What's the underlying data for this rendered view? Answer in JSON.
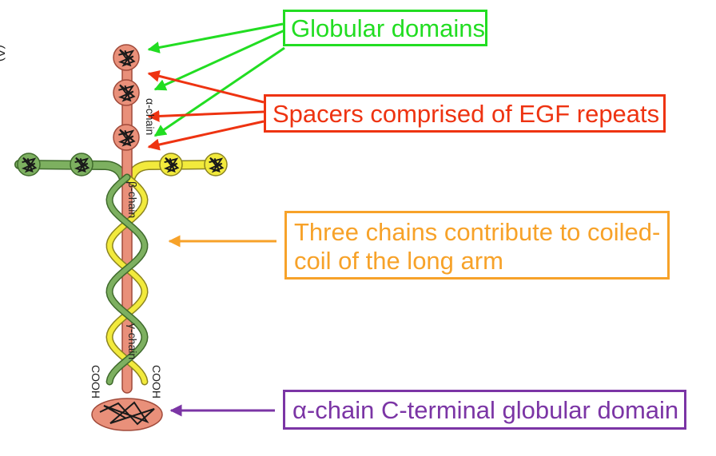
{
  "panel_label": "(A)",
  "molecule_labels": {
    "alpha_chain": "α-chain",
    "beta_chain": "β-chain",
    "gamma_chain": "γ-chain",
    "cooh_left": "COOH",
    "cooh_right": "COOH"
  },
  "callouts": {
    "globular": "Globular domains",
    "spacers": "Spacers comprised of EGF repeats",
    "coiled_line1": "Three chains contribute to coiled-",
    "coiled_line2": "coil of the long arm",
    "cterminal": "α-chain C-terminal globular domain"
  },
  "colors": {
    "alpha_chain": "#e9907a",
    "alpha_chain_stroke": "#a04a3a",
    "beta_chain": "#7db060",
    "beta_chain_stroke": "#3f6a2c",
    "gamma_chain": "#f2ea3c",
    "gamma_chain_stroke": "#8c8420",
    "globular_callout": "#22dd22",
    "spacers_callout": "#ee3311",
    "coiled_callout": "#f7a229",
    "cterminal_callout": "#7b35a5"
  },
  "icons": {
    "globular_domain": "tangled-coil-circle",
    "arrow": "arrow"
  }
}
